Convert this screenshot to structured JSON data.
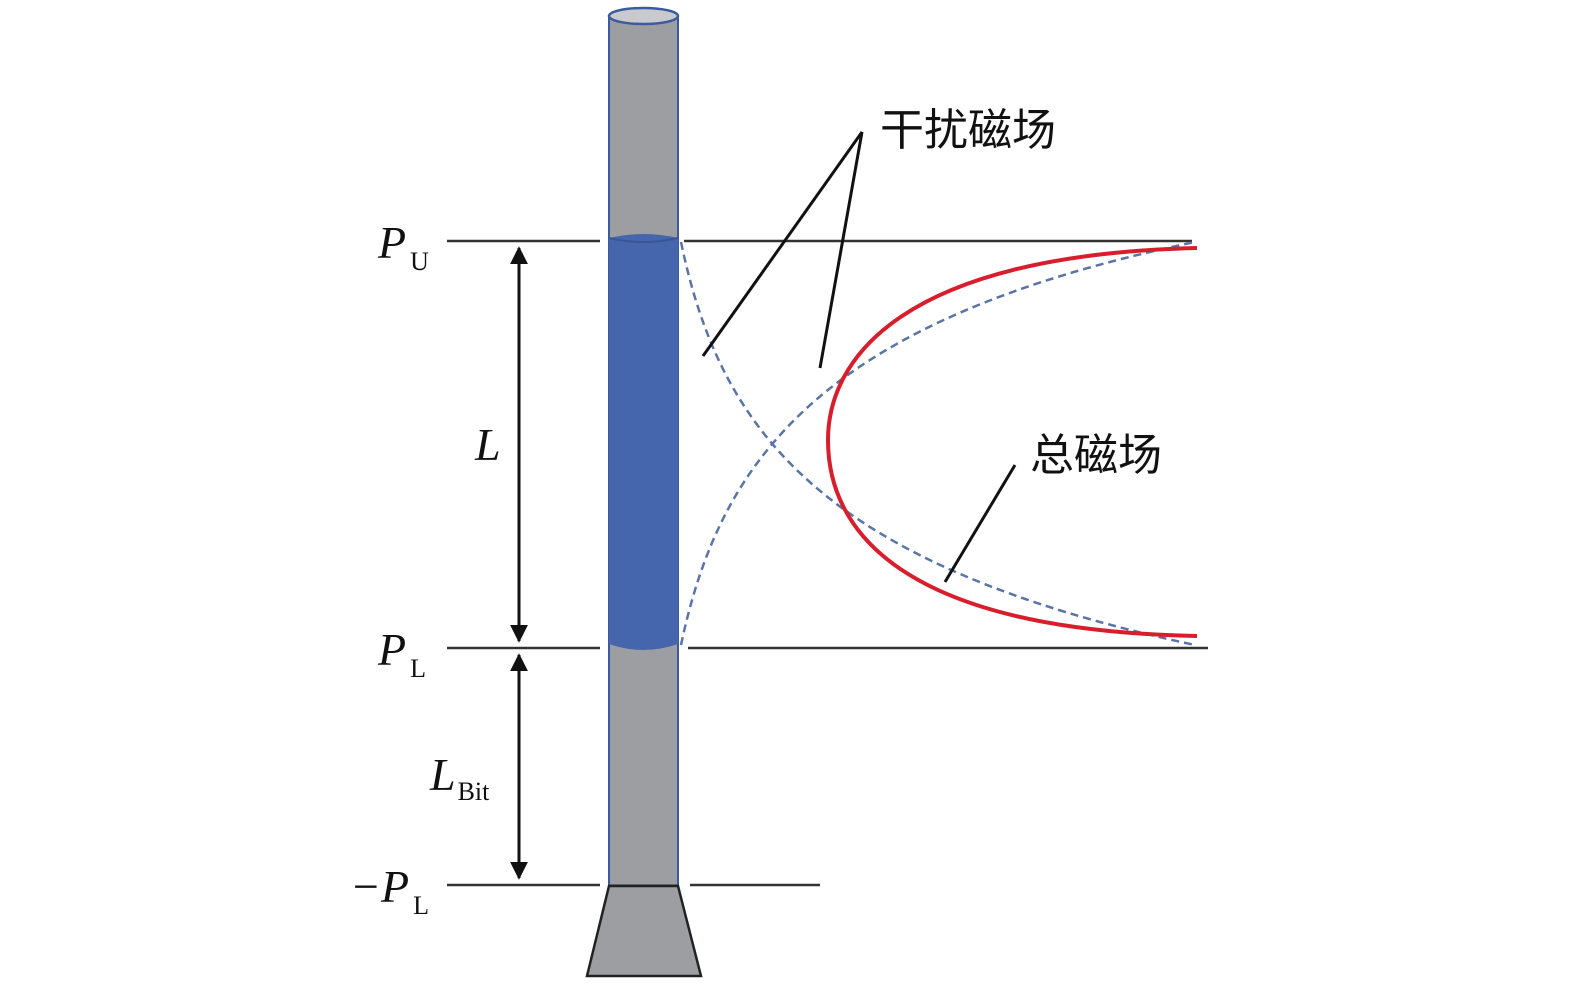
{
  "labels": {
    "p_upper": {
      "main": "P",
      "sub": "U"
    },
    "p_lower": {
      "main": "P",
      "sub": "L"
    },
    "neg_p_lower": {
      "main": "−P",
      "sub": "L"
    },
    "length": {
      "main": "L"
    },
    "bit_length": {
      "main": "L",
      "sub": "Bit"
    },
    "interference_field": "干扰磁场",
    "total_field": "总磁场"
  },
  "colors": {
    "pipe": "#9d9ea2",
    "magnet_section": "#4566ad",
    "pipe_outline": "#3b5aa0",
    "dashed_curve": "#5a74a6",
    "total_field_curve": "#d81e2c",
    "line": "#333333"
  }
}
